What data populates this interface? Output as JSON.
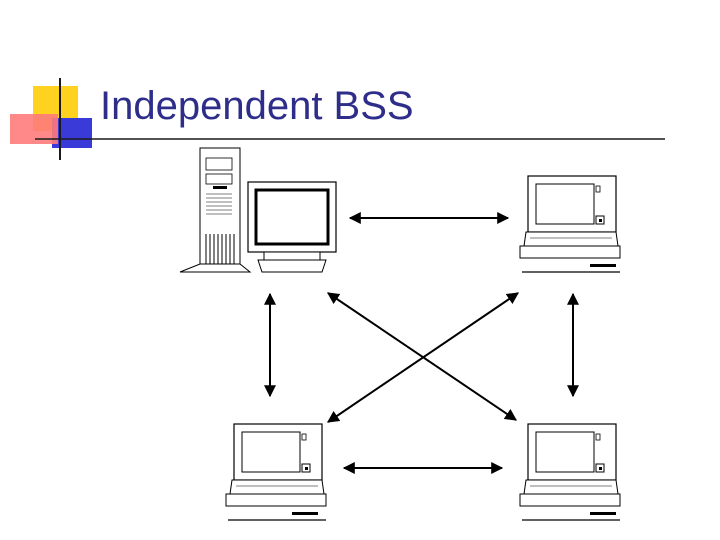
{
  "slide": {
    "title": "Independent BSS"
  },
  "colors": {
    "title": "#2e2e8a",
    "accent_yellow": "#ffd21f",
    "accent_red": "#ff5a5a",
    "accent_blue": "#3a3ad8",
    "title_rule": "#1a1a1a"
  },
  "diagram": {
    "nodes": [
      {
        "id": "desktop-station",
        "icon": "desktop-computer-icon"
      },
      {
        "id": "laptop-top-right",
        "icon": "laptop-icon"
      },
      {
        "id": "laptop-bottom-left",
        "icon": "laptop-icon"
      },
      {
        "id": "laptop-bottom-right",
        "icon": "laptop-icon"
      }
    ],
    "links": [
      {
        "from": "desktop-station",
        "to": "laptop-top-right",
        "directed": "both"
      },
      {
        "from": "desktop-station",
        "to": "laptop-bottom-left",
        "directed": "both"
      },
      {
        "from": "desktop-station",
        "to": "laptop-bottom-right",
        "directed": "both"
      },
      {
        "from": "laptop-top-right",
        "to": "laptop-bottom-left",
        "directed": "both"
      },
      {
        "from": "laptop-top-right",
        "to": "laptop-bottom-right",
        "directed": "both"
      },
      {
        "from": "laptop-bottom-left",
        "to": "laptop-bottom-right",
        "directed": "both"
      }
    ]
  }
}
